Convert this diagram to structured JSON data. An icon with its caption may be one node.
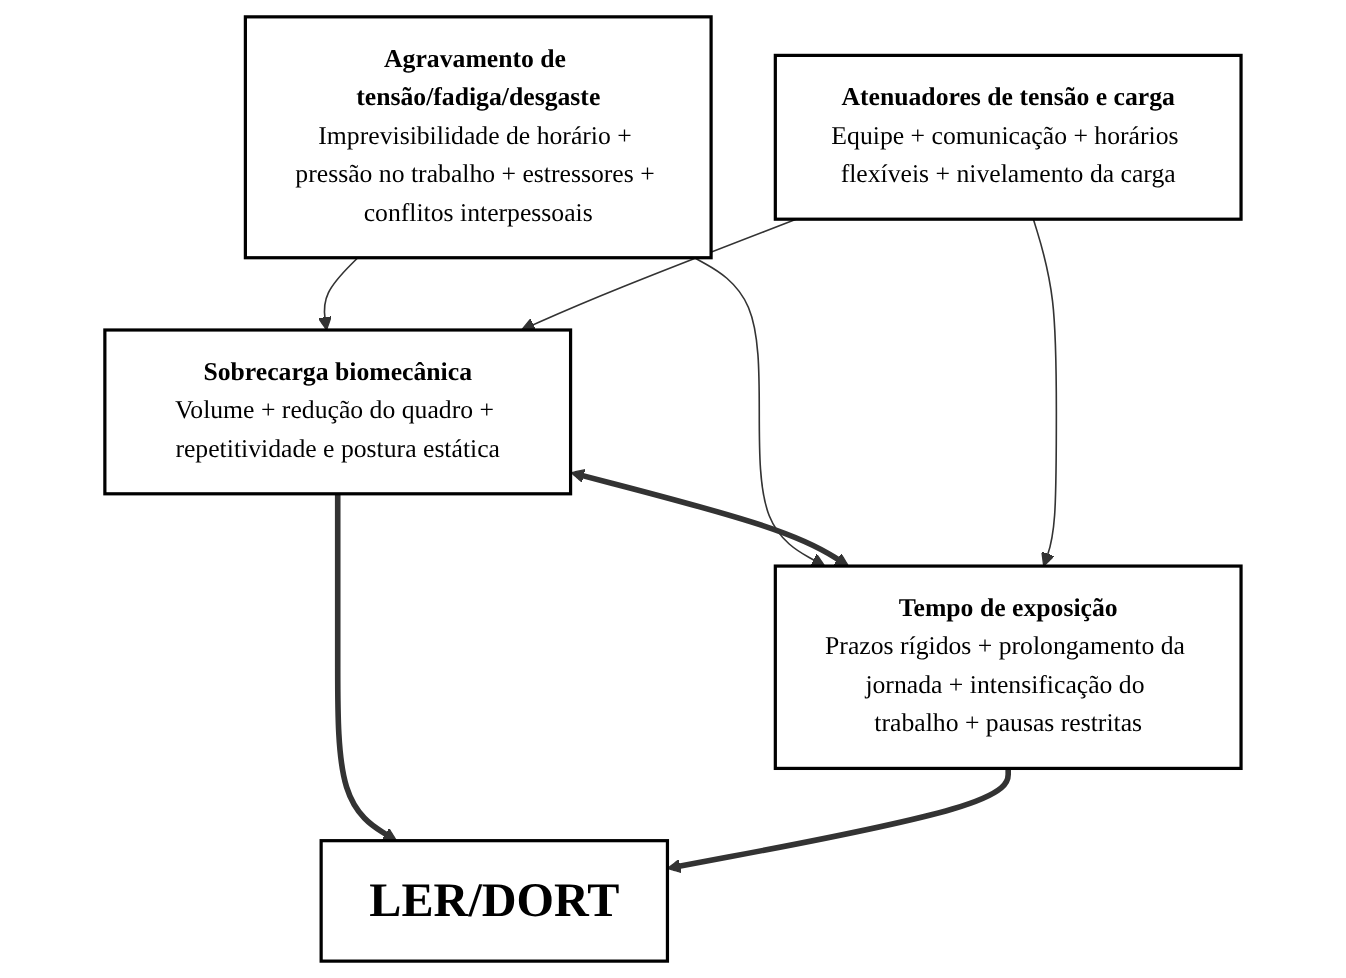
{
  "diagram": {
    "nodes": [
      {
        "text": [
          "Agravamento de tensão/fadiga/desgaste",
          "Imprevisibilidade de horário + pressão no trabalho + estressores + conflitos interpessoais"
        ]
      },
      {
        "text": [
          "Sobrecarga biomecânica",
          "Volume + redução do quadro + repetitividade e postura estática"
        ]
      },
      {
        "text": [
          "LER/DORT"
        ]
      },
      {
        "text": [
          "Tempo de exposição",
          "Prazos rígidos + prolongamento da jornada + intensificação do trabalho + pausas restritas"
        ]
      },
      {
        "text": [
          "Atenuadores de tensão e carga",
          "Equipe + comunicação + horários flexíveis + nivelamento da carga"
        ]
      }
    ],
    "edges": [
      {
        "from": 0,
        "to": 1,
        "arrow": "to"
      },
      {
        "from": 0,
        "to": 3,
        "arrow": "to"
      },
      {
        "from": 1,
        "to": 2,
        "arrow": "to",
        "style": "thick"
      },
      {
        "from": 3,
        "to": 2,
        "arrow": "to",
        "style": "thick"
      },
      {
        "from": 1,
        "to": 3,
        "arrow": "both",
        "style": "thick"
      },
      {
        "from": 4,
        "to": 3,
        "arrow": "to"
      },
      {
        "from": 4,
        "to": 1,
        "arrow": "to"
      }
    ]
  }
}
